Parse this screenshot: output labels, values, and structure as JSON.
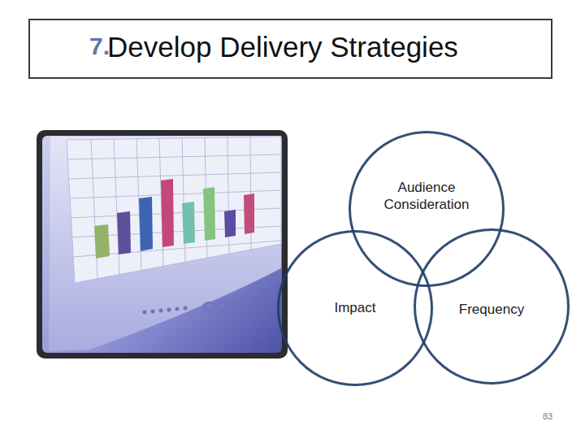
{
  "diagram": {
    "title": "Develop Delivery Strategies",
    "nodes": [
      {
        "text": [
          "Audience Consideration"
        ]
      },
      {
        "text": [
          "Impact"
        ]
      },
      {
        "text": [
          "Frequency"
        ]
      }
    ],
    "labels": [
      "7.",
      "83"
    ]
  }
}
